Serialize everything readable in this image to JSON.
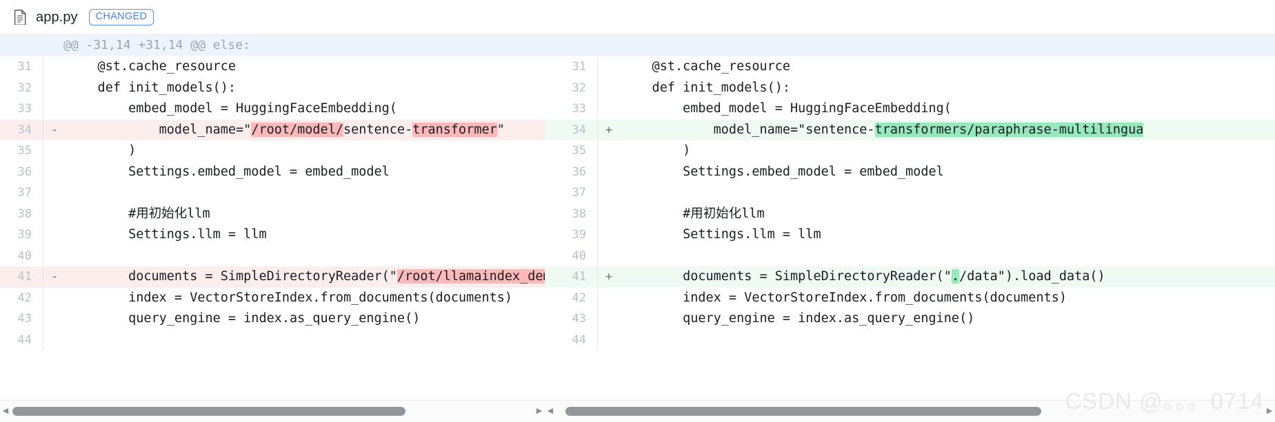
{
  "header": {
    "file_name": "app.py",
    "status_badge": "CHANGED",
    "file_icon": "document-icon"
  },
  "diff": {
    "hunk_header": "@@ -31,14 +31,14 @@ else:",
    "left": {
      "lines": [
        {
          "num": "31",
          "sign": "",
          "type": "ctx",
          "segments": [
            {
              "t": "    @st.cache_resource",
              "h": "none"
            }
          ]
        },
        {
          "num": "32",
          "sign": "",
          "type": "ctx",
          "segments": [
            {
              "t": "    def init_models():",
              "h": "none"
            }
          ]
        },
        {
          "num": "33",
          "sign": "",
          "type": "ctx",
          "segments": [
            {
              "t": "        embed_model = HuggingFaceEmbedding(",
              "h": "none"
            }
          ]
        },
        {
          "num": "34",
          "sign": "-",
          "type": "del",
          "segments": [
            {
              "t": "            model_name=\"",
              "h": "none"
            },
            {
              "t": "/root/model/",
              "h": "del"
            },
            {
              "t": "sentence-",
              "h": "none"
            },
            {
              "t": "transformer",
              "h": "del"
            },
            {
              "t": "\"",
              "h": "none"
            }
          ]
        },
        {
          "num": "35",
          "sign": "",
          "type": "ctx",
          "segments": [
            {
              "t": "        )",
              "h": "none"
            }
          ]
        },
        {
          "num": "36",
          "sign": "",
          "type": "ctx",
          "segments": [
            {
              "t": "        Settings.embed_model = embed_model",
              "h": "none"
            }
          ]
        },
        {
          "num": "37",
          "sign": "",
          "type": "ctx",
          "segments": [
            {
              "t": "",
              "h": "none"
            }
          ]
        },
        {
          "num": "38",
          "sign": "",
          "type": "ctx",
          "segments": [
            {
              "t": "        #用初始化llm",
              "h": "none"
            }
          ]
        },
        {
          "num": "39",
          "sign": "",
          "type": "ctx",
          "segments": [
            {
              "t": "        Settings.llm = llm",
              "h": "none"
            }
          ]
        },
        {
          "num": "40",
          "sign": "",
          "type": "ctx",
          "segments": [
            {
              "t": "",
              "h": "none"
            }
          ]
        },
        {
          "num": "41",
          "sign": "-",
          "type": "del",
          "segments": [
            {
              "t": "        documents = SimpleDirectoryReader(\"",
              "h": "none"
            },
            {
              "t": "/root/llamaindex_demo/dat",
              "h": "del"
            }
          ]
        },
        {
          "num": "42",
          "sign": "",
          "type": "ctx",
          "segments": [
            {
              "t": "        index = VectorStoreIndex.from_documents(documents)",
              "h": "none"
            }
          ]
        },
        {
          "num": "43",
          "sign": "",
          "type": "ctx",
          "segments": [
            {
              "t": "        query_engine = index.as_query_engine()",
              "h": "none"
            }
          ]
        },
        {
          "num": "44",
          "sign": "",
          "type": "ctx",
          "segments": [
            {
              "t": "",
              "h": "none"
            }
          ]
        }
      ]
    },
    "right": {
      "lines": [
        {
          "num": "31",
          "sign": "",
          "type": "ctx",
          "segments": [
            {
              "t": "    @st.cache_resource",
              "h": "none"
            }
          ]
        },
        {
          "num": "32",
          "sign": "",
          "type": "ctx",
          "segments": [
            {
              "t": "    def init_models():",
              "h": "none"
            }
          ]
        },
        {
          "num": "33",
          "sign": "",
          "type": "ctx",
          "segments": [
            {
              "t": "        embed_model = HuggingFaceEmbedding(",
              "h": "none"
            }
          ]
        },
        {
          "num": "34",
          "sign": "+",
          "type": "add",
          "segments": [
            {
              "t": "            model_name=\"sentence-",
              "h": "none"
            },
            {
              "t": "transformers/paraphrase-multilingua",
              "h": "add"
            }
          ]
        },
        {
          "num": "35",
          "sign": "",
          "type": "ctx",
          "segments": [
            {
              "t": "        )",
              "h": "none"
            }
          ]
        },
        {
          "num": "36",
          "sign": "",
          "type": "ctx",
          "segments": [
            {
              "t": "        Settings.embed_model = embed_model",
              "h": "none"
            }
          ]
        },
        {
          "num": "37",
          "sign": "",
          "type": "ctx",
          "segments": [
            {
              "t": "",
              "h": "none"
            }
          ]
        },
        {
          "num": "38",
          "sign": "",
          "type": "ctx",
          "segments": [
            {
              "t": "        #用初始化llm",
              "h": "none"
            }
          ]
        },
        {
          "num": "39",
          "sign": "",
          "type": "ctx",
          "segments": [
            {
              "t": "        Settings.llm = llm",
              "h": "none"
            }
          ]
        },
        {
          "num": "40",
          "sign": "",
          "type": "ctx",
          "segments": [
            {
              "t": "",
              "h": "none"
            }
          ]
        },
        {
          "num": "41",
          "sign": "+",
          "type": "add",
          "segments": [
            {
              "t": "        documents = SimpleDirectoryReader(\"",
              "h": "none"
            },
            {
              "t": ".",
              "h": "add"
            },
            {
              "t": "/data\").load_data()",
              "h": "none"
            }
          ]
        },
        {
          "num": "42",
          "sign": "",
          "type": "ctx",
          "segments": [
            {
              "t": "        index = VectorStoreIndex.from_documents(documents)",
              "h": "none"
            }
          ]
        },
        {
          "num": "43",
          "sign": "",
          "type": "ctx",
          "segments": [
            {
              "t": "        query_engine = index.as_query_engine()",
              "h": "none"
            }
          ]
        },
        {
          "num": "44",
          "sign": "",
          "type": "ctx",
          "segments": [
            {
              "t": "",
              "h": "none"
            }
          ]
        }
      ]
    }
  },
  "scrollbars": {
    "left_arrow": "◀",
    "right_arrow": "▶"
  },
  "watermark": {
    "text": "CSDN @。。。0714"
  },
  "colors": {
    "accent": "#4a7ff0",
    "deletion_bg": "#fdeeee",
    "deletion_hl": "#fcb9b9",
    "addition_bg": "#eefaf2",
    "addition_hl": "#97e9bd",
    "hunk_bg": "#eef4fd"
  }
}
